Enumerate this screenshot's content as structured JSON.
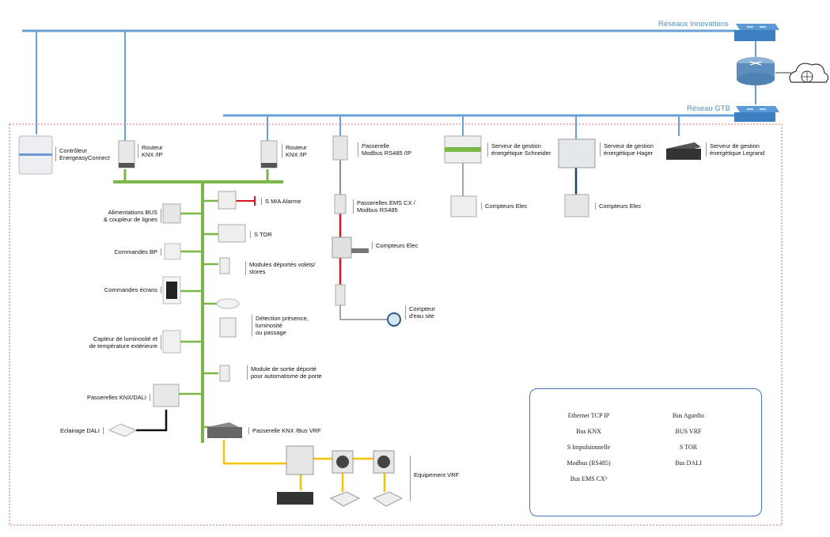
{
  "network": {
    "innovations": "Réseaux Innovations",
    "gtb": "Réseau GTB"
  },
  "devices": {
    "controller": "Contrôleur\nEnergeasyConnect",
    "router1": "Routeur\nKNX /IP",
    "router2": "Routeur\nKNX /IP",
    "gw_modbus": "Passerelle\nModbus RS485 /IP",
    "ems_gw": "Passerelles EMS CX /\nModbus RS485",
    "meters_ems": "Compteurs Elec",
    "water_meter": "Compteur\nd'eau site",
    "schneider": "Serveur de gestion\nénergétique Schneider",
    "hager": "Serveur de gestion\nénergétique Hager",
    "legrand": "Serveur de gestion\nénergétique Legrand",
    "meters_schneider": "Compteurs Elec",
    "meters_hager": "Compteurs Elec",
    "power_supply": "Alimentations BUS\n& coupleur de lignes",
    "commandes_bp": "Commandes BP",
    "commandes_ecrans": "Commandes écrans",
    "capteur": "Capteur de luminosité et\nde température extérieure",
    "passerelles_dali": "Passerelles KNX/DALI",
    "eclairage_dali": "Eclairage DALI",
    "alarme": "S M/A Alarme",
    "s_tor": "S TOR",
    "modules_volets": "Modules déportés volets/\nstores",
    "detection": "Détection présence,\nluminosité\nou passage",
    "module_porte": "Module de sortie déporté\npour automatisme de porte",
    "passerelle_vrf": "Passerelle KNX /Bus VRF",
    "equipement_vrf": "Equipement VRF"
  },
  "legend": [
    {
      "label": "Ethernet TCP IP",
      "color": "#6aa0d8"
    },
    {
      "label": "Bus Agardio",
      "color": "#1f3f66"
    },
    {
      "label": "Bus KNX",
      "color": "#7ab648"
    },
    {
      "label": "BUS VRF",
      "color": "#f5c400"
    },
    {
      "label": "S Impulsionnelle",
      "color": "#a6a6a6"
    },
    {
      "label": "S TOR",
      "color": "#e0141e"
    },
    {
      "label": "Modbus (RS485)",
      "color": "#8c8c8c"
    },
    {
      "label": "Bus DALI",
      "color": "#111111"
    },
    {
      "label": "Bus EMS CX³",
      "color": "#e0141e"
    }
  ]
}
